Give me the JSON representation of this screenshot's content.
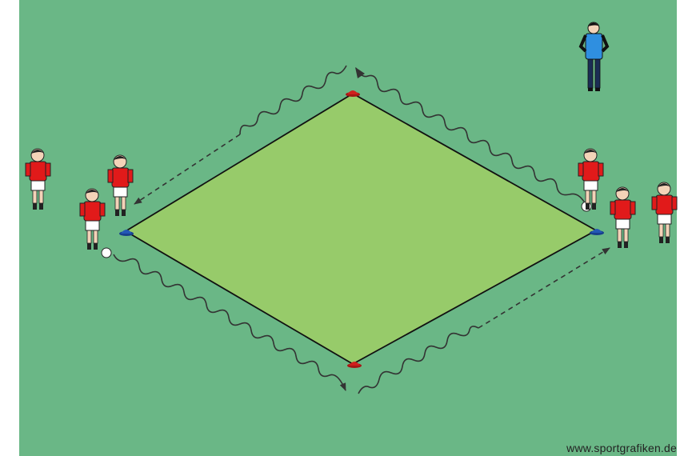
{
  "credit": "www.sportgrafiken.de",
  "colors": {
    "pitch": "#6ab786",
    "square": "#97cb6a",
    "jersey": "#e11a1a",
    "shorts": "#ffffff",
    "coach_shirt": "#2f8fe0",
    "coach_pants": "#1b2d55",
    "cone_red": "#d0201d",
    "cone_blue": "#2257b6",
    "ball": "#ffffff",
    "path": "#333333"
  },
  "icons": [
    "player-icon",
    "coach-icon",
    "cone-icon",
    "ball-icon",
    "dribble-path",
    "run-arrow"
  ]
}
